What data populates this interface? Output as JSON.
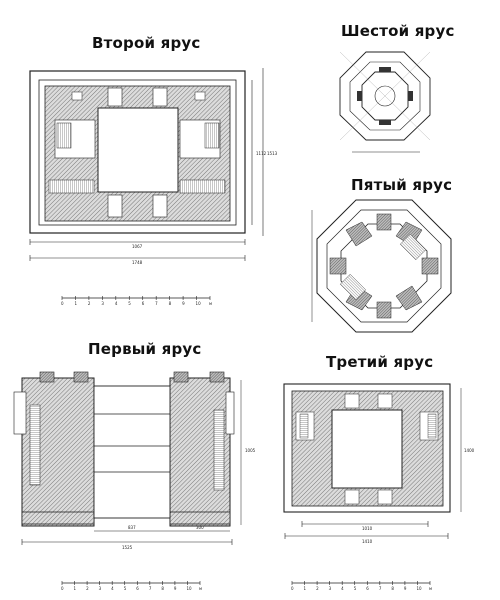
{
  "plans": {
    "tier2": {
      "title": "Второй ярус",
      "dims": {
        "inner_width": "1067",
        "total_width": "1748",
        "inner_height": "1112",
        "total_height": "1513"
      }
    },
    "tier6": {
      "title": "Шестой ярус"
    },
    "tier5": {
      "title": "Пятый ярус"
    },
    "tier1": {
      "title": "Первый ярус",
      "dims": {
        "seg_a": "837",
        "seg_b": "300",
        "total_width": "1525",
        "height": "1005"
      }
    },
    "tier3": {
      "title": "Третий ярус",
      "dims": {
        "inner_width": "1010",
        "total_width": "1410",
        "height": "1400"
      }
    }
  },
  "scale_bars": {
    "top": {
      "labels": [
        "0",
        "1",
        "2",
        "3",
        "4",
        "5",
        "6",
        "7",
        "8",
        "9",
        "10",
        "м"
      ]
    },
    "bottom": {
      "labels": [
        "0",
        "1",
        "2",
        "3",
        "4",
        "5",
        "6",
        "7",
        "8",
        "9",
        "10",
        "м"
      ]
    },
    "right": {
      "labels": [
        "0",
        "1",
        "2",
        "3",
        "4",
        "5",
        "6",
        "7",
        "8",
        "9",
        "10",
        "м"
      ]
    }
  },
  "colors": {
    "ink": "#222222",
    "hatch": "#777777",
    "paper": "#ffffff"
  }
}
